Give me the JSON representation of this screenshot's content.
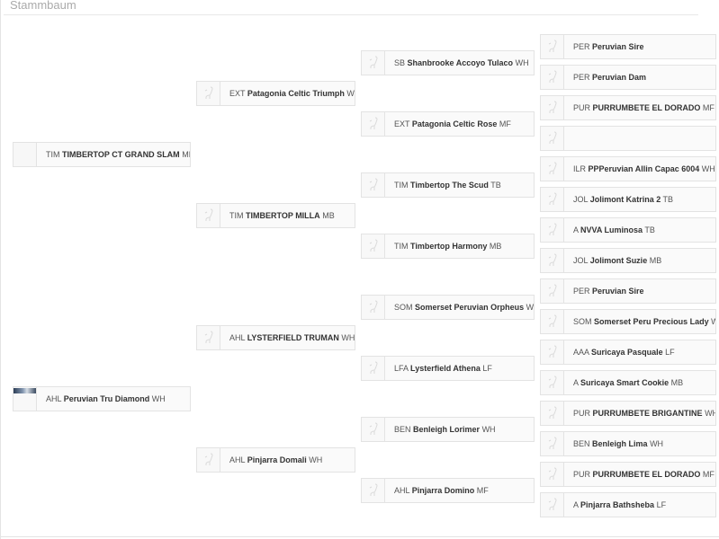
{
  "page": {
    "title": "Stammbaum"
  },
  "pedigree": {
    "gen1": [
      {
        "prefix": "TIM",
        "name": "TIMBERTOP CT GRAND SLAM",
        "color": "MB",
        "thumb": "empty"
      },
      {
        "prefix": "AHL",
        "name": "Peruvian Tru Diamond",
        "color": "WH",
        "thumb": "photo"
      }
    ],
    "gen2": [
      {
        "prefix": "EXT",
        "name": "Patagonia Celtic Triumph",
        "color": "WH",
        "thumb": "icon"
      },
      {
        "prefix": "TIM",
        "name": "TIMBERTOP MILLA",
        "color": "MB",
        "thumb": "icon"
      },
      {
        "prefix": "AHL",
        "name": "LYSTERFIELD TRUMAN",
        "color": "WH",
        "thumb": "icon"
      },
      {
        "prefix": "AHL",
        "name": "Pinjarra Domali",
        "color": "WH",
        "thumb": "icon"
      }
    ],
    "gen3": [
      {
        "prefix": "SB",
        "name": "Shanbrooke Accoyo Tulaco",
        "color": "WH",
        "thumb": "icon"
      },
      {
        "prefix": "EXT",
        "name": "Patagonia Celtic Rose",
        "color": "MF",
        "thumb": "icon"
      },
      {
        "prefix": "TIM",
        "name": "Timbertop The Scud",
        "color": "TB",
        "thumb": "icon"
      },
      {
        "prefix": "TIM",
        "name": "Timbertop Harmony",
        "color": "MB",
        "thumb": "icon"
      },
      {
        "prefix": "SOM",
        "name": "Somerset Peruvian Orpheus",
        "color": "WH",
        "thumb": "icon"
      },
      {
        "prefix": "LFA",
        "name": "Lysterfield Athena",
        "color": "LF",
        "thumb": "icon"
      },
      {
        "prefix": "BEN",
        "name": "Benleigh Lorimer",
        "color": "WH",
        "thumb": "icon"
      },
      {
        "prefix": "AHL",
        "name": "Pinjarra Domino",
        "color": "MF",
        "thumb": "icon"
      }
    ],
    "gen4": [
      {
        "prefix": "PER",
        "name": "Peruvian Sire",
        "color": "",
        "thumb": "icon"
      },
      {
        "prefix": "PER",
        "name": "Peruvian Dam",
        "color": "",
        "thumb": "icon"
      },
      {
        "prefix": "PUR",
        "name": "PURRUMBETE EL DORADO",
        "color": "MF",
        "thumb": "icon"
      },
      {
        "prefix": "",
        "name": "",
        "color": "",
        "thumb": "icon"
      },
      {
        "prefix": "ILR",
        "name": "PPPeruvian Allin Capac 6004",
        "color": "WH",
        "thumb": "icon"
      },
      {
        "prefix": "JOL",
        "name": "Jolimont Katrina 2",
        "color": "TB",
        "thumb": "icon"
      },
      {
        "prefix": "A",
        "name": "NVVA Luminosa",
        "color": "TB",
        "thumb": "icon"
      },
      {
        "prefix": "JOL",
        "name": "Jolimont Suzie",
        "color": "MB",
        "thumb": "icon"
      },
      {
        "prefix": "PER",
        "name": "Peruvian Sire",
        "color": "",
        "thumb": "icon"
      },
      {
        "prefix": "SOM",
        "name": "Somerset Peru Precious Lady",
        "color": "WH",
        "thumb": "icon"
      },
      {
        "prefix": "AAA",
        "name": "Suricaya Pasquale",
        "color": "LF",
        "thumb": "icon"
      },
      {
        "prefix": "A",
        "name": "Suricaya Smart Cookie",
        "color": "MB",
        "thumb": "icon"
      },
      {
        "prefix": "PUR",
        "name": "PURRUMBETE BRIGANTINE",
        "color": "WH",
        "thumb": "icon"
      },
      {
        "prefix": "BEN",
        "name": "Benleigh Lima",
        "color": "WH",
        "thumb": "icon"
      },
      {
        "prefix": "PUR",
        "name": "PURRUMBETE EL DORADO",
        "color": "MF",
        "thumb": "icon"
      },
      {
        "prefix": "A",
        "name": "Pinjarra Bathsheba",
        "color": "LF",
        "thumb": "icon"
      }
    ]
  }
}
